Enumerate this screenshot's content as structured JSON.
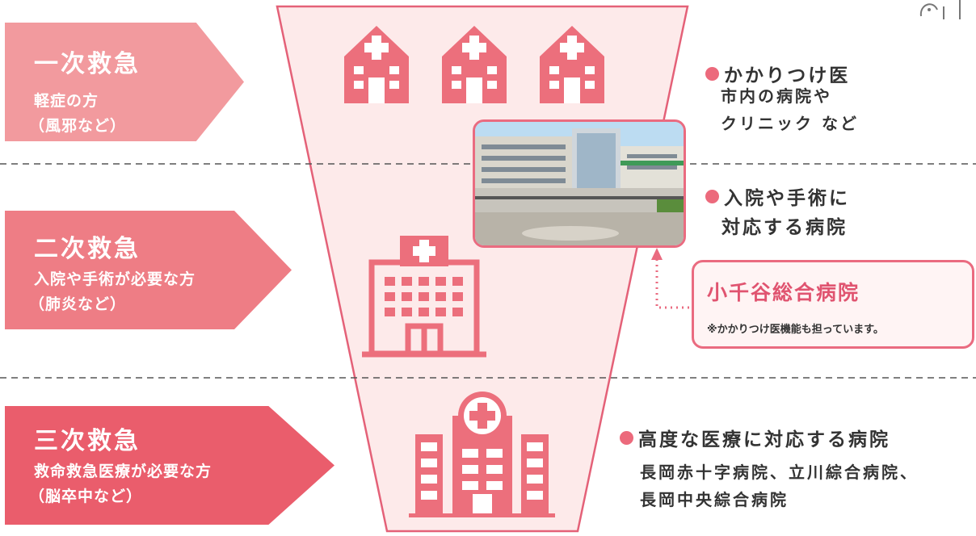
{
  "colors": {
    "funnel_fill": "#fdeaea",
    "funnel_stroke": "#e46178",
    "icon": "#ec6f7c",
    "arrow_1": "#f29a9e",
    "arrow_2": "#ee7d85",
    "arrow_3": "#ea5d6c",
    "dot": "#ec6a7c",
    "callout_title": "#e05470"
  },
  "levels": [
    {
      "title": "一次救急",
      "desc": [
        "軽症の方",
        "（風邪など）"
      ],
      "heading": "かかりつけ医",
      "detail": [
        "市内の病院や",
        "クリニック など"
      ],
      "icon": "small-clinic-icons"
    },
    {
      "title": "二次救急",
      "desc": [
        "入院や手術が必要な方",
        "（肺炎など）"
      ],
      "heading": [
        "入院や手術に",
        "対応する病院"
      ],
      "icon": "hospital-building-icon"
    },
    {
      "title": "三次救急",
      "desc": [
        "救命救急医療が必要な方",
        "（脳卒中など）"
      ],
      "heading": "高度な医療に対応する病院",
      "detail": [
        "長岡赤十字病院、立川綜合病院、",
        "長岡中央綜合病院"
      ],
      "icon": "advanced-hospital-icon"
    }
  ],
  "callout": {
    "name": "小千谷総合病院",
    "note": "※かかりつけ医機能も担っています。"
  }
}
